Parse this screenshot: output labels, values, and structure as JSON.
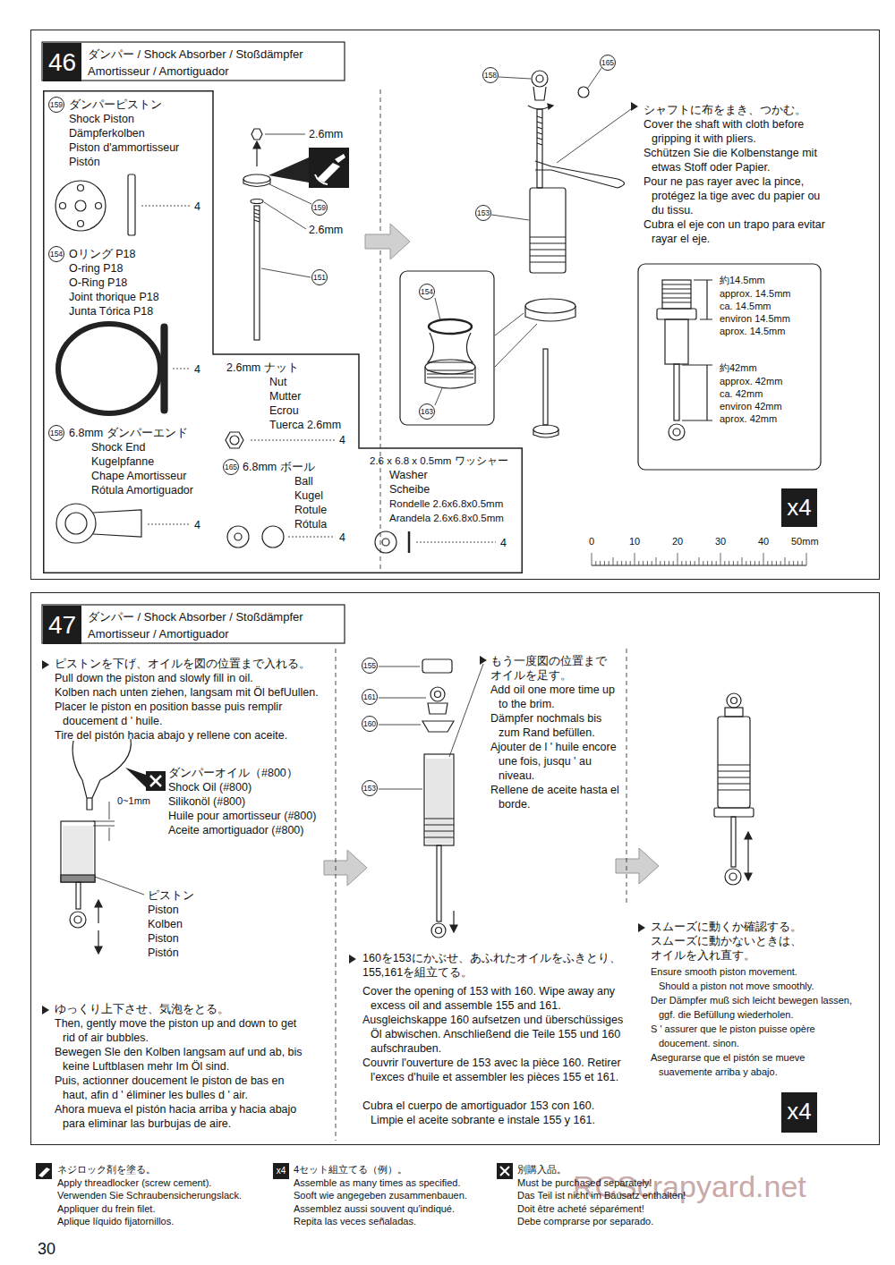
{
  "diagram": {
    "nodes": [
      {
        "text": [
          "46",
          "ダンパー / Shock Absorber / Stoßdämpfer Amortisseur / Amortiguador"
        ]
      },
      {
        "text": [
          "159",
          "ダンパーピストン",
          "Shock Piston",
          "Dämpferkolben",
          "Piston d'ammortisseur",
          "Pistón",
          "4",
          "154",
          "Oリング P18",
          "O-ring P18",
          "O-Ring P18",
          "Joint thorique P18",
          "Junta Tórica P18",
          "4",
          "158",
          "6.8mm ダンパーエンド",
          "Shock End",
          "Kugelpfanne",
          "Chape Amortisseur",
          "Rótula Amortiguador",
          "4",
          "2.6mm ナット",
          "Nut",
          "Mutter",
          "Ecrou",
          "Tuerca 2.6mm",
          "4",
          "165",
          "6.8mm ボール",
          "Ball",
          "Kugel",
          "Rotule",
          "Rótula",
          "4",
          "2.6 x 6.8 x 0.5mm ワッシャー",
          "Washer",
          "Scheibe",
          "Rondelle 2.6x6.8x0.5mm",
          "Arandela 2.6x6.8x0.5mm",
          "4"
        ],
        "in": 0
      },
      {
        "text": [
          "x4"
        ],
        "in": 0
      },
      {
        "text": [
          "47",
          "ダンパー / Shock Absorber / Stoßdämpfer Amortisseur / Amortiguador"
        ]
      },
      {
        "text": [
          "x4"
        ],
        "in": 3
      }
    ],
    "labels": [
      "2.6mm",
      "159",
      "2.6mm",
      "151",
      "158",
      "165",
      "シャフトに布をまき、つかむ。",
      "Cover the shaft with cloth before gripping it with pliers.",
      "Schützen Sie die Kolbenstange mit etwas Stoff oder Papier.",
      "Pour ne pas rayer avec la pince, protégez la tige avec du papier ou du tissu.",
      "Cubra el eje con un trapo para evitar rayar el eje.",
      "153",
      "154",
      "163",
      "約14.5mm",
      "approx. 14.5mm",
      "ca. 14.5mm",
      "environ 14.5mm",
      "aprox. 14.5mm",
      "約42mm",
      "approx. 42mm",
      "ca. 42mm",
      "environ 42mm",
      "aprox. 42mm",
      "0",
      "10",
      "20",
      "30",
      "40",
      "50mm",
      "ピストンを下げ、オイルを図の位置まで入れる。",
      "Pull down the piston and slowly fill in oil.",
      "Kolben nach unten ziehen, langsam mit Öl befUullen.",
      "Placer le piston en position basse puis remplir doucement d ' huile.",
      "Tire del pistón hacia abajo y rellene con aceite.",
      "ダンパーオイル（#800）",
      "Shock Oil (#800)",
      "Silikonöl (#800)",
      "Huile pour amortisseur (#800)",
      "Aceite amortiguador (#800)",
      "0~1mm",
      "ピストン",
      "Piston",
      "Kolben",
      "Piston",
      "Pistón",
      "ゆっくり上下させ、気泡をとる。",
      "Then, gently move the piston up and down to get rid of air bubbles.",
      "Bewegen Sle den Kolben langsam auf und ab, bis keine Luftblasen mehr Im Öl sind.",
      "Puis, actionner doucement le piston de bas en haut, afin d ' éliminer les bulles d ' air.",
      "Ahora mueva el pistón hacia arriba y hacia abajo para eliminar las burbujas de aire.",
      "155",
      "161",
      "160",
      "153",
      "もう一度図の位置までオイルを足す。",
      "Add oil one more time up to the brim.",
      "Dämpfer nochmals bis zum Rand befüllen.",
      "Ajouter de l ' huile encore une fois, jusqu ' au niveau.",
      "Rellene de aceite hasta el borde.",
      "160を153にかぶせ、あふれたオイルをふきとり、155,161を組立てる。",
      "Cover the opening of 153 with 160. Wipe away any excess oil and assemble 155 and 161.",
      "Ausgleichskappe 160 aufsetzen und überschüssiges Öl abwischen. Anschließend die Teile 155 und 160 aufschrauben.",
      "Couvrir l'ouverture de 153 avec la pièce 160. Retirer l'exces d'huile et assembler les pièces 155 et 161.",
      "Cubra el cuerpo de amortiguador 153 con 160. Limpie el aceite sobrante e instale 155 y 161.",
      "スムーズに動くか確認する。",
      "スムーズに動かないときは、オイルを入れ直す。",
      "Ensure smooth piston movement. Should a piston not move smoothly.",
      "Der Dämpfer muß sich leicht bewegen lassen, ggf. die Befüllung wiederholen.",
      "S ' assurer que le piston puisse opère doucement. sinon.",
      "Asegurarse que el pistón se mueve suavemente arriba y abajo.",
      "x4",
      "RCScrapyard.net",
      "30"
    ],
    "legend": [
      {
        "text": "ネジロック剤を塗る。"
      },
      {
        "text": "Apply threadlocker (screw cement)."
      },
      {
        "text": "Verwenden Sie Schraubensicherungslack."
      },
      {
        "text": "Appliquer du frein filet."
      },
      {
        "text": "Aplique líquido fijatornillos."
      },
      {
        "text": "4セット組立てる（例）。"
      },
      {
        "text": "Assemble as many times as specified."
      },
      {
        "text": "Sooft wie angegeben zusammenbauen."
      },
      {
        "text": "Assemblez aussi souvent qu'indiqué."
      },
      {
        "text": "Repita las veces señaladas."
      },
      {
        "text": "別購入品。"
      },
      {
        "text": "Must be purchased separately!"
      },
      {
        "text": "Das Teil ist nicht im Bausatz enthalten!"
      },
      {
        "text": "Doit être acheté séparément!"
      },
      {
        "text": "Debe comprarse por separado."
      }
    ]
  }
}
